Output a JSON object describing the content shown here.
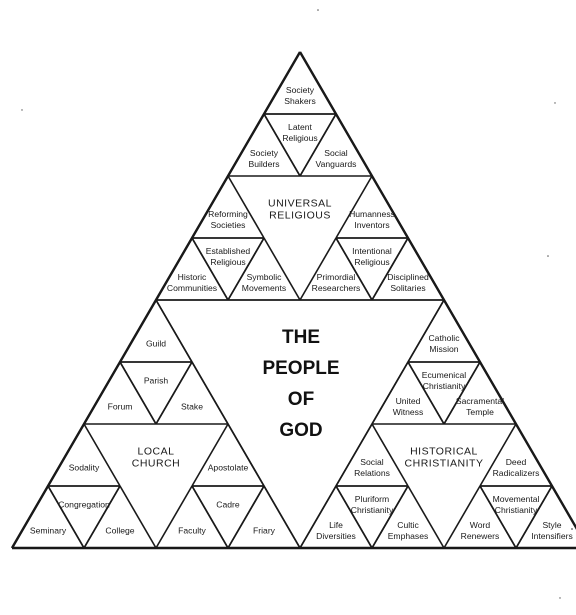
{
  "center": {
    "lines": [
      "THE",
      "PEOPLE",
      "OF",
      "GOD"
    ]
  },
  "universal": {
    "title": [
      "UNIVERSAL",
      "RELIGIOUS"
    ],
    "labels": {
      "society_shakers": [
        "Society",
        "Shakers"
      ],
      "latent_religious": [
        "Latent",
        "Religious"
      ],
      "society_builders": [
        "Society",
        "Builders"
      ],
      "social_vanguards": [
        "Social",
        "Vanguards"
      ],
      "reforming_societies": [
        "Reforming",
        "Societies"
      ],
      "established_religious": [
        "Established",
        "Religious"
      ],
      "historic_communities": [
        "Historic",
        "Communities"
      ],
      "symbolic_movements": [
        "Symbolic",
        "Movements"
      ],
      "humanness_inventors": [
        "Humanness",
        "Inventors"
      ],
      "intentional_religious": [
        "Intentional",
        "Religious"
      ],
      "primordial_researchers": [
        "Primordial",
        "Researchers"
      ],
      "disciplined_solitaries": [
        "Disciplined",
        "Solitaries"
      ]
    }
  },
  "local": {
    "title": [
      "LOCAL",
      "CHURCH"
    ],
    "labels": {
      "guild": [
        "Guild"
      ],
      "parish": [
        "Parish"
      ],
      "forum": [
        "Forum"
      ],
      "stake": [
        "Stake"
      ],
      "sodality": [
        "Sodality"
      ],
      "congregation": [
        "Congregation"
      ],
      "seminary": [
        "Seminary"
      ],
      "college": [
        "College"
      ],
      "apostolate": [
        "Apostolate"
      ],
      "cadre": [
        "Cadre"
      ],
      "faculty": [
        "Faculty"
      ],
      "friary": [
        "Friary"
      ]
    }
  },
  "historical": {
    "title": [
      "HISTORICAL",
      "CHRISTIANITY"
    ],
    "labels": {
      "catholic_mission": [
        "Catholic",
        "Mission"
      ],
      "ecumenical_christianity": [
        "Ecumenical",
        "Christianity"
      ],
      "united_witness": [
        "United",
        "Witness"
      ],
      "sacramental_temple": [
        "Sacramental",
        "Temple"
      ],
      "social_relations": [
        "Social",
        "Relations"
      ],
      "pluriform_christianity": [
        "Pluriform",
        "Christianity"
      ],
      "life_diversities": [
        "Life",
        "Diversities"
      ],
      "cultic_emphases": [
        "Cultic",
        "Emphases"
      ],
      "deed_radicalizers": [
        "Deed",
        "Radicalizers"
      ],
      "movemental_christianity": [
        "Movemental",
        "Christianity"
      ],
      "word_renewers": [
        "Word",
        "Renewers"
      ],
      "style_intensifiers": [
        "Style",
        "Intensifiers"
      ]
    }
  }
}
